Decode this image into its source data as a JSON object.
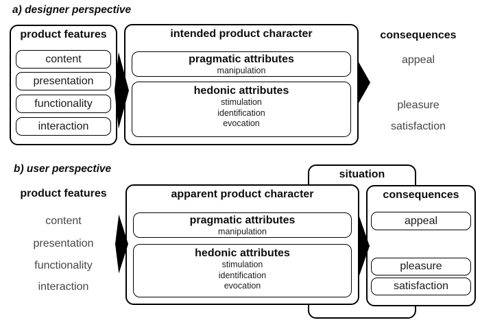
{
  "colors": {
    "background": "#ffffff",
    "border": "#000000",
    "heading_text": "#0d0d0d",
    "box_text": "#1a1a1a",
    "plain_text": "#454545",
    "arrow_fill": "#000000"
  },
  "designer": {
    "section_label": "a) designer perspective",
    "product_features": {
      "title": "product features",
      "items": [
        "content",
        "presentation",
        "functionality",
        "interaction"
      ]
    },
    "character": {
      "title": "intended product character",
      "pragmatic": {
        "title": "pragmatic attributes",
        "sub_items": [
          "manipulation"
        ]
      },
      "hedonic": {
        "title": "hedonic attributes",
        "sub_items": [
          "stimulation",
          "identification",
          "evocation"
        ]
      }
    },
    "consequences": {
      "title": "consequences",
      "items": [
        "appeal",
        "pleasure",
        "satisfaction"
      ]
    }
  },
  "user": {
    "section_label": "b) user perspective",
    "product_features": {
      "title": "product features",
      "items": [
        "content",
        "presentation",
        "functionality",
        "interaction"
      ]
    },
    "character": {
      "title": "apparent product character",
      "pragmatic": {
        "title": "pragmatic attributes",
        "sub_items": [
          "manipulation"
        ]
      },
      "hedonic": {
        "title": "hedonic attributes",
        "sub_items": [
          "stimulation",
          "identification",
          "evocation"
        ]
      }
    },
    "situation": {
      "title": "situation"
    },
    "consequences": {
      "title": "consequences",
      "items": [
        "appeal",
        "pleasure",
        "satisfaction"
      ]
    }
  }
}
